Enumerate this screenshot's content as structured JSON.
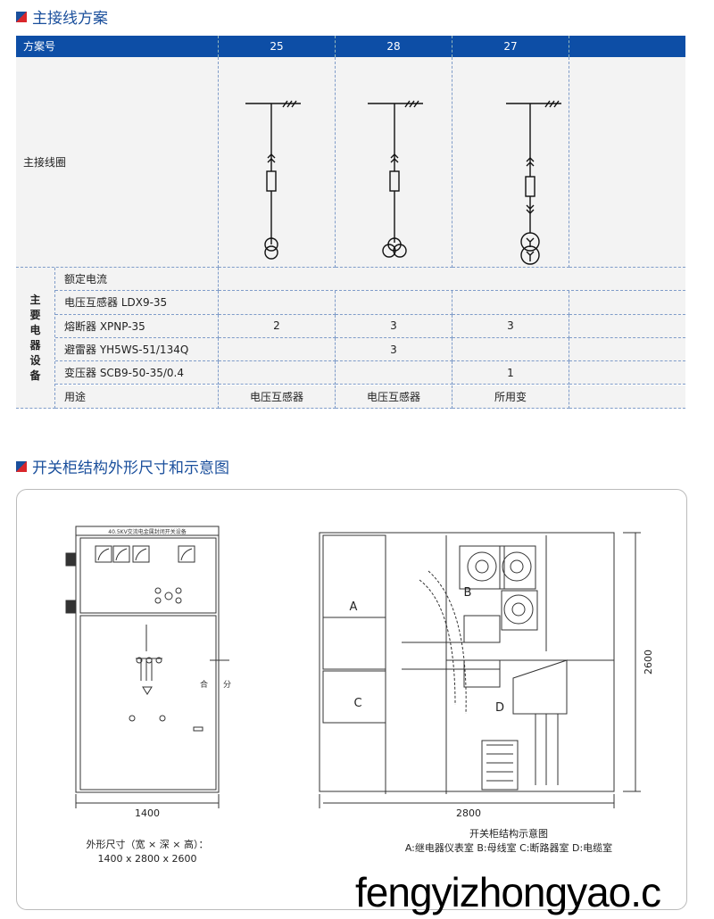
{
  "section1": {
    "title": "主接线方案"
  },
  "table": {
    "header": {
      "label": "方案号",
      "schemes": [
        "25",
        "28",
        "27",
        ""
      ]
    },
    "diagram_row_label": "主接线圈",
    "group_label": [
      "主",
      "要",
      "电",
      "器",
      "设",
      "备"
    ],
    "rows": [
      {
        "label": "额定电流",
        "values": [
          "",
          "",
          "",
          ""
        ]
      },
      {
        "label": "电压互感器 LDX9-35",
        "values": [
          "",
          "",
          "",
          ""
        ]
      },
      {
        "label": "熔断器 XPNP-35",
        "values": [
          "2",
          "3",
          "3",
          ""
        ]
      },
      {
        "label": "避雷器 YH5WS-51/134Q",
        "values": [
          "",
          "3",
          "",
          ""
        ]
      },
      {
        "label": "变压器 SCB9-50-35/0.4",
        "values": [
          "",
          "",
          "1",
          ""
        ]
      },
      {
        "label": "用途",
        "values": [
          "电压互感器",
          "电压互感器",
          "所用变",
          ""
        ]
      }
    ]
  },
  "section2": {
    "title": "开关柜结构外形尺寸和示意图"
  },
  "front_view": {
    "panel_title": "40.5KV交流电金属封闭开关设备",
    "close_label": "合",
    "open_label": "分",
    "width_dim": "1400",
    "caption_line1": "外形尺寸（宽 × 深 × 高）：",
    "caption_line2": "1400 x 2800 x 2600"
  },
  "side_view": {
    "labels": [
      "A",
      "B",
      "C",
      "D"
    ],
    "depth_dim": "2800",
    "height_dim": "2600",
    "caption_line1": "开关柜结构示意图",
    "caption_line2": "A:继电器仪表室  B:母线室  C:断路器室  D:电缆室"
  },
  "watermark": "fengyizhongyao.c"
}
